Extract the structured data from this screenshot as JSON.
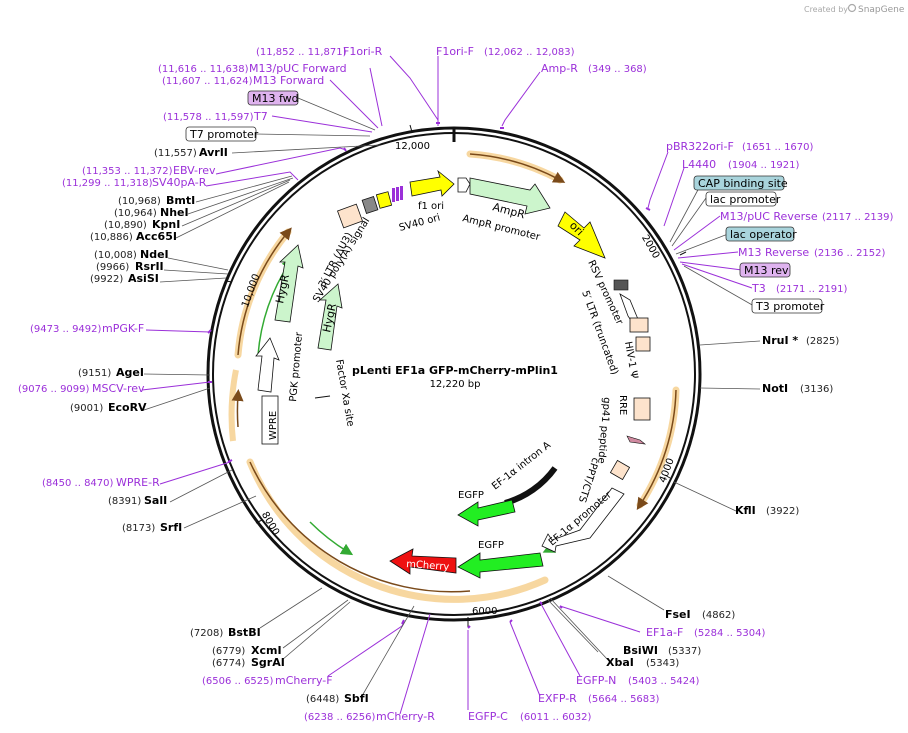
{
  "watermark": "Created by",
  "watermark_brand": "SnapGene",
  "title": "pLenti EF1a GFP-mCherry-mPlin1",
  "size": "12,220 bp",
  "ticks": [
    "2000",
    "4000",
    "6000",
    "8000",
    "10,000",
    "12,000"
  ],
  "enzymes": [
    {
      "name": "AvrII",
      "pos": "(11,557)"
    },
    {
      "name": "BmtI",
      "pos": "(10,968)"
    },
    {
      "name": "NheI",
      "pos": "(10,964)"
    },
    {
      "name": "KpnI",
      "pos": "(10,890)"
    },
    {
      "name": "Acc65I",
      "pos": "(10,886)"
    },
    {
      "name": "NdeI",
      "pos": "(10,008)"
    },
    {
      "name": "RsrII",
      "pos": "(9966)"
    },
    {
      "name": "AsiSI",
      "pos": "(9922)"
    },
    {
      "name": "AgeI",
      "pos": "(9151)"
    },
    {
      "name": "EcoRV",
      "pos": "(9001)"
    },
    {
      "name": "SalI",
      "pos": "(8391)"
    },
    {
      "name": "SrfI",
      "pos": "(8173)"
    },
    {
      "name": "BstBI",
      "pos": "(7208)"
    },
    {
      "name": "XcmI",
      "pos": "(6779)"
    },
    {
      "name": "SgrAI",
      "pos": "(6774)"
    },
    {
      "name": "SbfI",
      "pos": "(6448)"
    },
    {
      "name": "NruI *",
      "pos": "(2825)"
    },
    {
      "name": "NotI",
      "pos": "(3136)"
    },
    {
      "name": "KflI",
      "pos": "(3922)"
    },
    {
      "name": "FseI",
      "pos": "(4862)"
    },
    {
      "name": "BsiWI",
      "pos": "(5337)"
    },
    {
      "name": "XbaI",
      "pos": "(5343)"
    }
  ],
  "primers": [
    {
      "name": "F1ori-R",
      "pos": "(11,852 .. 11,871)"
    },
    {
      "name": "F1ori-F",
      "pos": "(12,062 .. 12,083)"
    },
    {
      "name": "Amp-R",
      "pos": "(349 .. 368)"
    },
    {
      "name": "M13/pUC Forward",
      "pos": "(11,616 .. 11,638)"
    },
    {
      "name": "M13 Forward",
      "pos": "(11,607 .. 11,624)"
    },
    {
      "name": "T7",
      "pos": "(11,578 .. 11,597)"
    },
    {
      "name": "EBV-rev",
      "pos": "(11,353 .. 11,372)"
    },
    {
      "name": "SV40pA-R",
      "pos": "(11,299 .. 11,318)"
    },
    {
      "name": "mPGK-F",
      "pos": "(9473 .. 9492)"
    },
    {
      "name": "MSCV-rev",
      "pos": "(9076 .. 9099)"
    },
    {
      "name": "WPRE-R",
      "pos": "(8450 .. 8470)"
    },
    {
      "name": "mCherry-F",
      "pos": "(6506 .. 6525)"
    },
    {
      "name": "mCherry-R",
      "pos": "(6238 .. 6256)"
    },
    {
      "name": "EGFP-C",
      "pos": "(6011 .. 6032)"
    },
    {
      "name": "EXFP-R",
      "pos": "(5664 .. 5683)"
    },
    {
      "name": "EGFP-N",
      "pos": "(5403 .. 5424)"
    },
    {
      "name": "EF1a-F",
      "pos": "(5284 .. 5304)"
    },
    {
      "name": "pBR322ori-F",
      "pos": "(1651 .. 1670)"
    },
    {
      "name": "L4440",
      "pos": "(1904 .. 1921)"
    },
    {
      "name": "M13/pUC Reverse",
      "pos": "(2117 .. 2139)"
    },
    {
      "name": "M13 Reverse",
      "pos": "(2136 .. 2152)"
    },
    {
      "name": "T3",
      "pos": "(2171 .. 2191)"
    }
  ],
  "boxed": {
    "m13fwd": "M13 fwd",
    "t7promoter": "T7 promoter",
    "cap": "CAP binding site",
    "lacpromoter": "lac promoter",
    "lacoperator": "lac operator",
    "m13rev": "M13 rev",
    "t3promoter": "T3 promoter"
  },
  "features": {
    "ampr": "AmpR",
    "ampr_promoter": "AmpR promoter",
    "ori": "ori",
    "f1ori": "f1 ori",
    "sv40ori": "SV40 ori",
    "ltr3": "3′ LTR (ΔU3)",
    "sv40polya": "SV40 poly(A) signal",
    "hygr1": "HygR",
    "hygr2": "HygR",
    "pgk": "PGK promoter",
    "wpre": "WPRE",
    "factorxa": "Factor Xa site",
    "rsv": "RSV promoter",
    "ltr5": "5′ LTR (truncated)",
    "hivpsi": "HIV-1 Ψ",
    "rre": "RRE",
    "gp41": "gp41 peptide",
    "cppt": "cPPT/CTS",
    "ef1a_promoter": "EF-1α promoter",
    "ef1a_intron": "EF-1α intron A",
    "egfp1": "EGFP",
    "egfp2": "EGFP",
    "mcherry": "mCherry"
  },
  "colors": {
    "primer": "#9b30d9",
    "ampr": "#ccf5cc",
    "ori": "#ffff00",
    "egfp": "#22ee22",
    "mcherry": "#ee1111",
    "orf": "#f7c887",
    "ltr": "#fde3cc",
    "cap": "#a9d4dc"
  }
}
